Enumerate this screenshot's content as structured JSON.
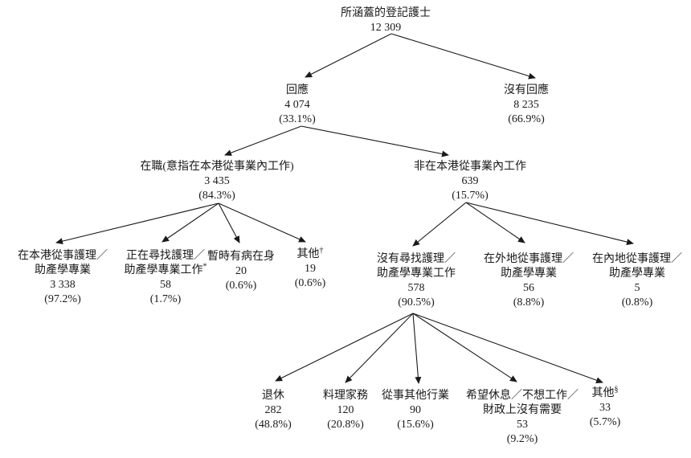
{
  "diagram": {
    "nodes": {
      "root": {
        "label": "所涵蓋的登記護士",
        "value": "12 309"
      },
      "responded": {
        "label": "回應",
        "value": "4 074",
        "pct": "(33.1%)"
      },
      "not_responded": {
        "label": "沒有回應",
        "value": "8 235",
        "pct": "(66.9%)"
      },
      "working": {
        "label": "在職(意指在本港從事業內工作)",
        "value": "3 435",
        "pct": "(84.3%)"
      },
      "not_working": {
        "label": "非在本港從事業內工作",
        "value": "639",
        "pct": "(15.7%)"
      },
      "hk_practice": {
        "label1": "在本港從事護理／",
        "label2": "助產學專業",
        "value": "3 338",
        "pct": "(97.2%)"
      },
      "seeking_work": {
        "label1": "正在尋找護理／",
        "label2": "助產學專業工作",
        "sup": "*",
        "value": "58",
        "pct": "(1.7%)"
      },
      "temp_sick": {
        "label": "暫時有病在身",
        "value": "20",
        "pct": "(0.6%)"
      },
      "other_working": {
        "label": "其他",
        "sup": "†",
        "value": "19",
        "pct": "(0.6%)"
      },
      "not_seeking": {
        "label1": "沒有尋找護理／",
        "label2": "助產學專業工作",
        "value": "578",
        "pct": "(90.5%)"
      },
      "overseas_practice": {
        "label1": "在外地從事護理／",
        "label2": "助產學專業",
        "value": "56",
        "pct": "(8.8%)"
      },
      "mainland_practice": {
        "label1": "在內地從事護理／",
        "label2": "助產學專業",
        "value": "5",
        "pct": "(0.8%)"
      },
      "retired": {
        "label": "退休",
        "value": "282",
        "pct": "(48.8%)"
      },
      "housework": {
        "label": "料理家務",
        "value": "120",
        "pct": "(20.8%)"
      },
      "other_industry": {
        "label": "從事其他行業",
        "value": "90",
        "pct": "(15.6%)"
      },
      "rest_no_need": {
        "label1": "希望休息／不想工作／",
        "label2": "財政上沒有需要",
        "value": "53",
        "pct": "(9.2%)"
      },
      "other_not_seeking": {
        "label": "其他",
        "sup": "§",
        "value": "33",
        "pct": "(5.7%)"
      }
    },
    "line_color": "#1a1a1a"
  }
}
